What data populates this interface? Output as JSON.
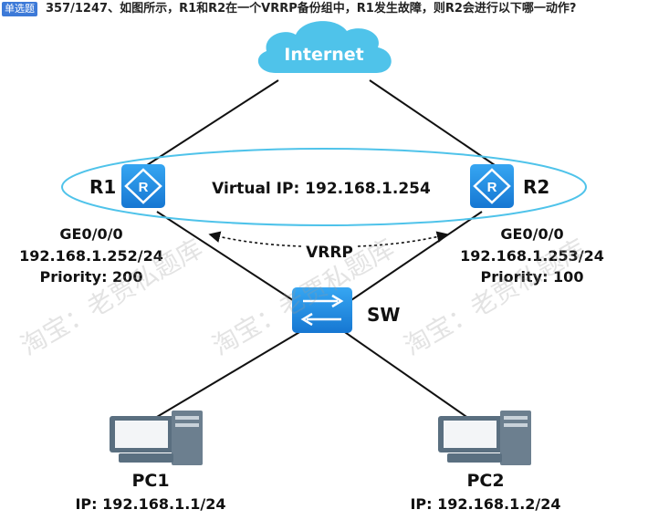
{
  "question": {
    "type_tag": "单选题",
    "text": "357/1247、如图所示，R1和R2在一个VRRP备份组中，R1发生故障，则R2会进行以下哪一动作?"
  },
  "diagram": {
    "cloud_label": "Internet",
    "virtual_ip": "Virtual IP: 192.168.1.254",
    "protocol_label": "VRRP",
    "r1": {
      "name": "R1",
      "interface": "GE0/0/0",
      "ip": "192.168.1.252/24",
      "priority": "Priority: 200"
    },
    "r2": {
      "name": "R2",
      "interface": "GE0/0/0",
      "ip": "192.168.1.253/24",
      "priority": "Priority: 100"
    },
    "switch": {
      "name": "SW"
    },
    "pc1": {
      "name": "PC1",
      "ip": "IP: 192.168.1.1/24"
    },
    "pc2": {
      "name": "PC2",
      "ip": "IP: 192.168.1.2/24"
    },
    "watermark": "淘宝：老贾私题库",
    "colors": {
      "cloud": "#4fc3ea",
      "device": "#1b8fe3",
      "ellipse": "#4fc3ea",
      "pc": "#5a6f80",
      "tag": "#3d7ad8"
    }
  }
}
